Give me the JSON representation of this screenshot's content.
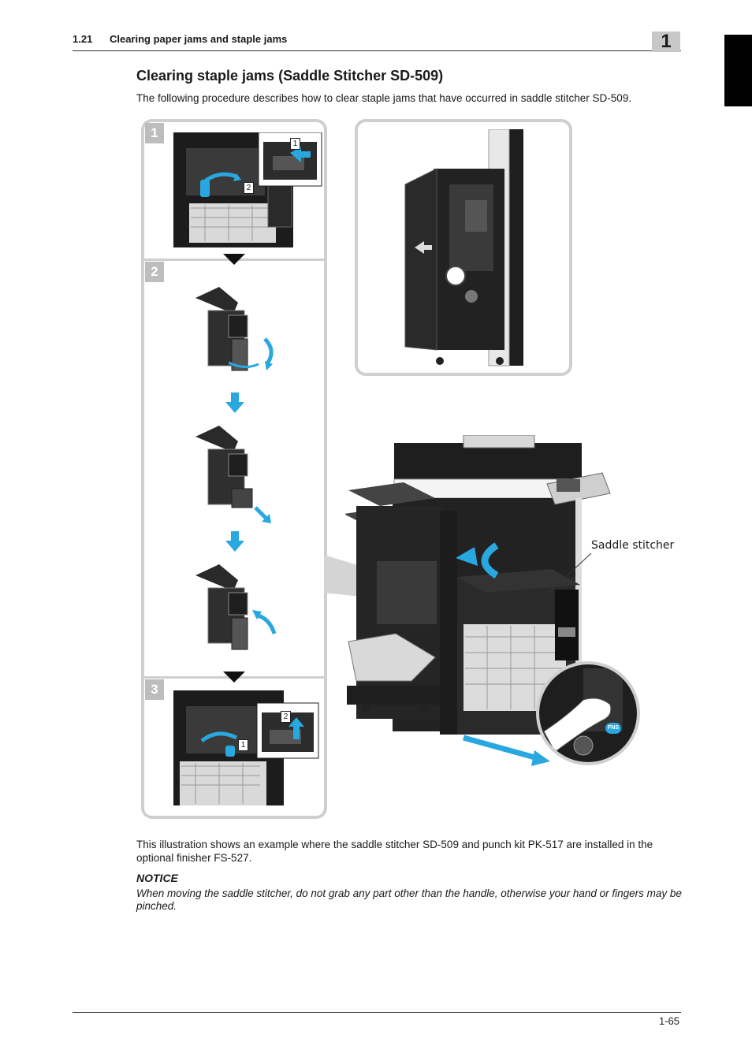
{
  "header": {
    "section": "1.21      Clearing paper jams and staple jams",
    "chapter": "1"
  },
  "title": "Clearing staple jams (Saddle Stitcher SD-509)",
  "intro": "The following procedure describes how to clear staple jams that have occurred in saddle stitcher SD-509.",
  "steps": [
    {
      "number": "1",
      "callouts": [
        "1",
        "2"
      ]
    },
    {
      "number": "2"
    },
    {
      "number": "3",
      "callouts": [
        "2",
        "1"
      ]
    }
  ],
  "illustration": {
    "label": "Saddle stitcher",
    "handle_badge": "FNS"
  },
  "caption": "This illustration shows an example where the saddle stitcher SD-509 and punch kit PK-517 are installed in the optional finisher FS-527.",
  "notice": {
    "heading": "NOTICE",
    "text": "When moving the saddle stitcher, do not grab any part other than the handle, otherwise your hand or fingers may be pinched."
  },
  "footer": {
    "page": "1-65"
  },
  "colors": {
    "accent": "#29a8e0",
    "panel_border": "#cfcfcf",
    "badge": "#bdbdbd"
  }
}
